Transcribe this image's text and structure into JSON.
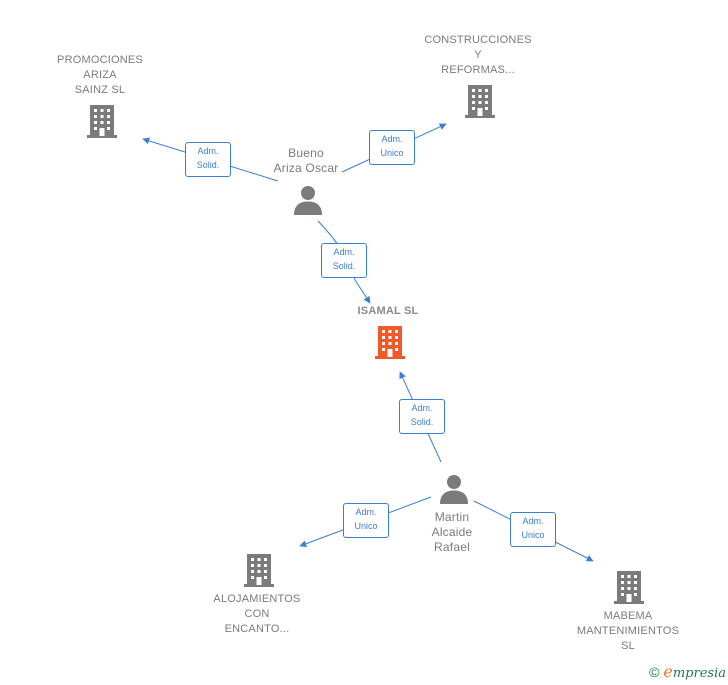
{
  "colors": {
    "edge": "#3a7fd0",
    "node_gray": "#7b7b7b",
    "focus": "#f05a28"
  },
  "nodes": {
    "promociones": {
      "label": "PROMOCIONES\nARIZA\nSAINZ  SL",
      "icon": "building-icon"
    },
    "construcciones": {
      "label": "CONSTRUCCIONES\nY\nREFORMAS...",
      "icon": "building-icon"
    },
    "bueno": {
      "label": "Bueno\nAriza Oscar",
      "icon": "person-icon"
    },
    "isamal": {
      "label": "ISAMAL  SL",
      "icon": "building-icon"
    },
    "martin": {
      "label": "Martin\nAlcaide\nRafael",
      "icon": "person-icon"
    },
    "alojamientos": {
      "label": "ALOJAMIENTOS\nCON\nENCANTO...",
      "icon": "building-icon"
    },
    "mabema": {
      "label": "MABEMA\nMANTENIMIENTOS\nSL",
      "icon": "building-icon"
    }
  },
  "edges": {
    "bueno_promociones": "Adm.\nSolid.",
    "bueno_construcciones": "Adm.\nUnico",
    "bueno_isamal": "Adm.\nSolid.",
    "martin_isamal": "Adm.\nSolid.",
    "martin_alojamientos": "Adm.\nUnico",
    "martin_mabema": "Adm.\nUnico"
  },
  "footer": {
    "copyright": "©",
    "brand_initial": "e",
    "brand_rest": "mpresia"
  }
}
